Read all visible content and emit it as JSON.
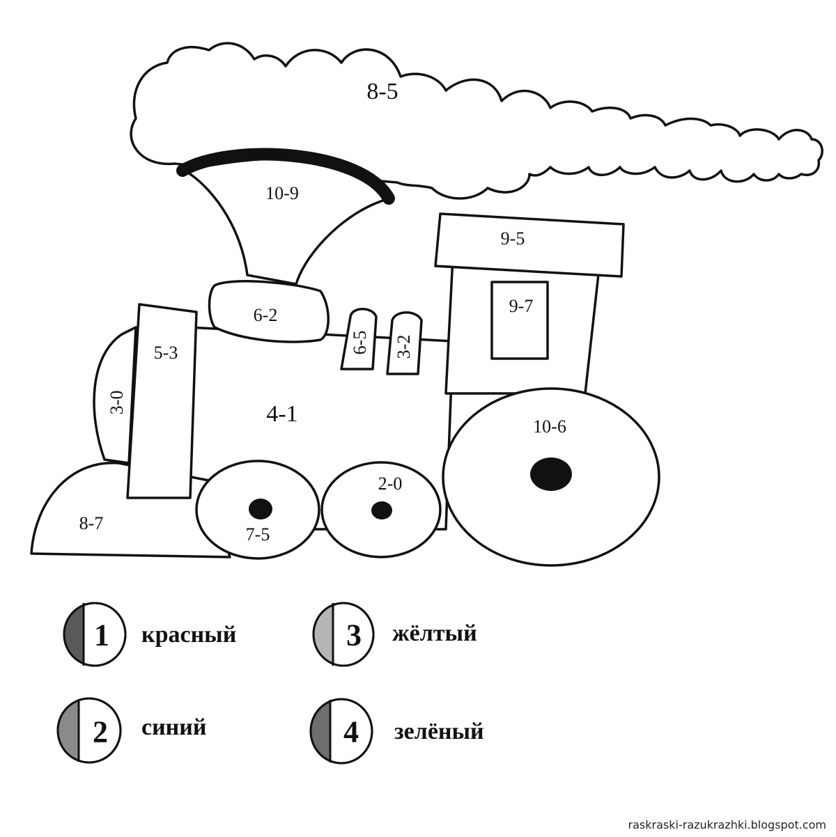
{
  "picture": {
    "subject": "steam locomotive coloring page",
    "regions": {
      "smoke_cloud": "8-5",
      "chimney": "10-9",
      "dome": "6-2",
      "front_plate": "5-3",
      "front_arc": "3-0",
      "boiler": "4-1",
      "front_base": "8-7",
      "small_wheel_front": "7-5",
      "small_wheel_middle": "2-0",
      "big_wheel": "10-6",
      "cab_roof": "9-5",
      "cab_window": "9-7",
      "sand_box_1": "6-5",
      "sand_box_2": "3-2"
    }
  },
  "legend": {
    "items": [
      {
        "number": "1",
        "label": "красный",
        "swatch": "#5a5a5a"
      },
      {
        "number": "2",
        "label": "синий",
        "swatch": "#8a8a8a"
      },
      {
        "number": "3",
        "label": "жёлтый",
        "swatch": "#b5b5b5"
      },
      {
        "number": "4",
        "label": "зелёный",
        "swatch": "#6e6e6e"
      }
    ]
  },
  "footer": {
    "credit": "raskraski-razukrazhki.blogspot.com"
  }
}
